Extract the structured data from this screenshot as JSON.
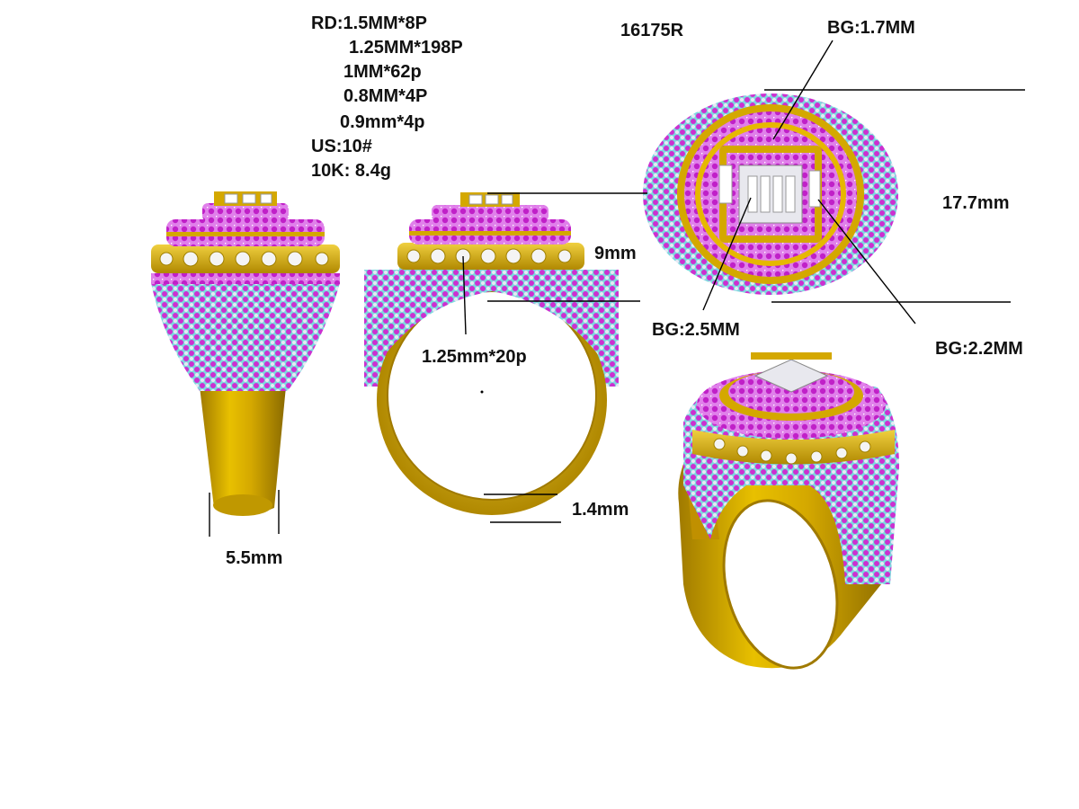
{
  "spec": {
    "lines": [
      "RD:1.5MM*8P",
      "1.25MM*198P",
      "1MM*62p",
      "0.8MM*4P",
      "0.9mm*4p",
      "US:10#",
      "10K: 8.4g"
    ]
  },
  "model_code": "16175R",
  "dimensions": {
    "shank_width": "5.5mm",
    "height": "9mm",
    "band_thickness": "1.4mm",
    "side_stones": "1.25mm*20p",
    "top_length": "17.7mm"
  },
  "baguettes": {
    "top": "BG:1.7MM",
    "center": "BG:2.5MM",
    "side": "BG:2.2MM"
  },
  "colors": {
    "gold": "#d4a800",
    "gold_dark": "#a07a00",
    "gold_light": "#f0d040",
    "magenta": "#d040d8",
    "cyan": "#40c8d0",
    "diamond": "#f0f0f0"
  }
}
